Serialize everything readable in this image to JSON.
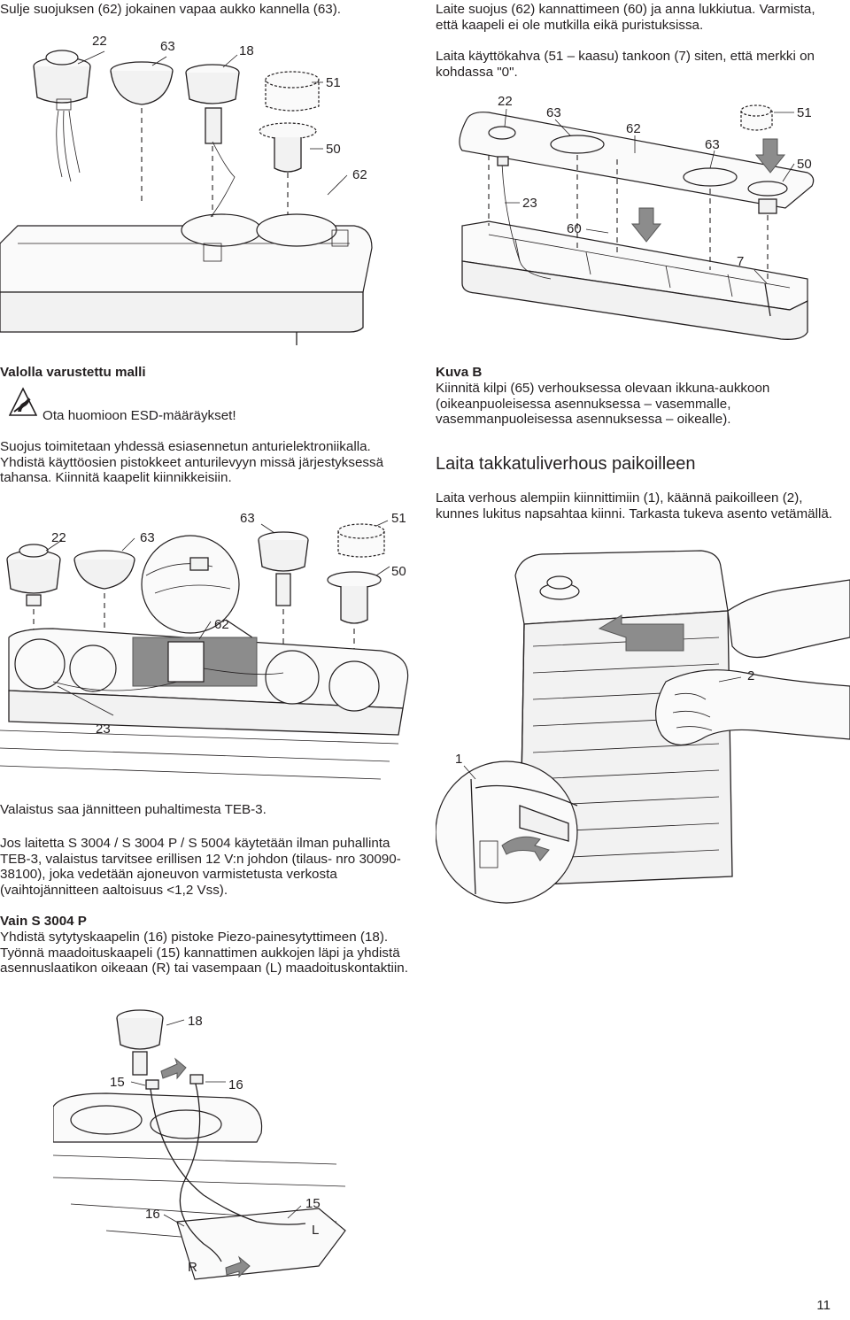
{
  "page": {
    "number": "11"
  },
  "top_left": {
    "text": "Sulje suojuksen (62) jokainen vapaa aukko kannella (63).",
    "callouts": [
      "22",
      "63",
      "18",
      "51",
      "50",
      "62"
    ]
  },
  "top_right": {
    "paragraph_1": "Laite suojus (62) kannattimeen (60) ja anna lukkiutua. Varmista, että kaapeli ei ole mutkilla eikä puristuksissa.",
    "paragraph_2": "Laita käyttökahva (51 – kaasu) tankoon (7) siten, että merkki on kohdassa \"0\".",
    "callouts": [
      "22",
      "63",
      "62",
      "63",
      "51",
      "50",
      "23",
      "60",
      "7"
    ]
  },
  "left_column": {
    "section_title": "Valolla varustettu malli",
    "esd_icon": "esd-warning-icon",
    "esd_note": "Ota huomioon ESD-määräykset!",
    "paragraph_1": "Suojus toimitetaan yhdessä esiasennetun anturielektroniikalla. Yhdistä käyttöosien pistokkeet anturilevyyn missä järjestyksessä tahansa. Kiinnitä kaapelit kiinnikkeisiin.",
    "callouts": [
      "22",
      "63",
      "63",
      "51",
      "50",
      "62",
      "23"
    ],
    "paragraph_2": "Valaistus saa jännitteen puhaltimesta TEB-3.",
    "paragraph_3": "Jos laitetta S 3004 / S 3004 P / S 5004 käytetään ilman puhallinta TEB-3, valaistus tarvitsee erillisen 12 V:n johdon (tilaus- nro 30090-38100), joka vedetään ajoneuvon varmistetusta verkosta (vaihtojännitteen aaltoisuus <1,2 Vss).",
    "subtitle": "Vain S 3004 P",
    "paragraph_4": "Yhdistä sytytyskaapelin (16) pistoke Piezo-painesytyttimeen (18). Työnnä maadoituskaapeli (15) kannattimen aukkojen läpi ja yhdistä asennuslaatikon oikeaan (R) tai vasempaan (L) maadoituskontaktiin.",
    "bottom_callouts": [
      "18",
      "15",
      "16",
      "15",
      "L",
      "16",
      "R"
    ]
  },
  "right_column": {
    "figure_title": "Kuva B",
    "figure_text": "Kiinnitä kilpi (65) verhouksessa olevaan ikkuna-aukkoon (oikeanpuoleisessa asennuksessa – vasemmalle, vasemmanpuoleisessa asennuksessa – oikealle).",
    "heading": "Laita takkatuliverhous paikoilleen",
    "paragraph": "Laita verhous alempiin kiinnittimiin (1), käännä paikoilleen (2), kunnes lukitus napsahtaa kiinni. Tarkasta tukeva asento vetämällä.",
    "callouts": [
      "2",
      "1"
    ]
  }
}
